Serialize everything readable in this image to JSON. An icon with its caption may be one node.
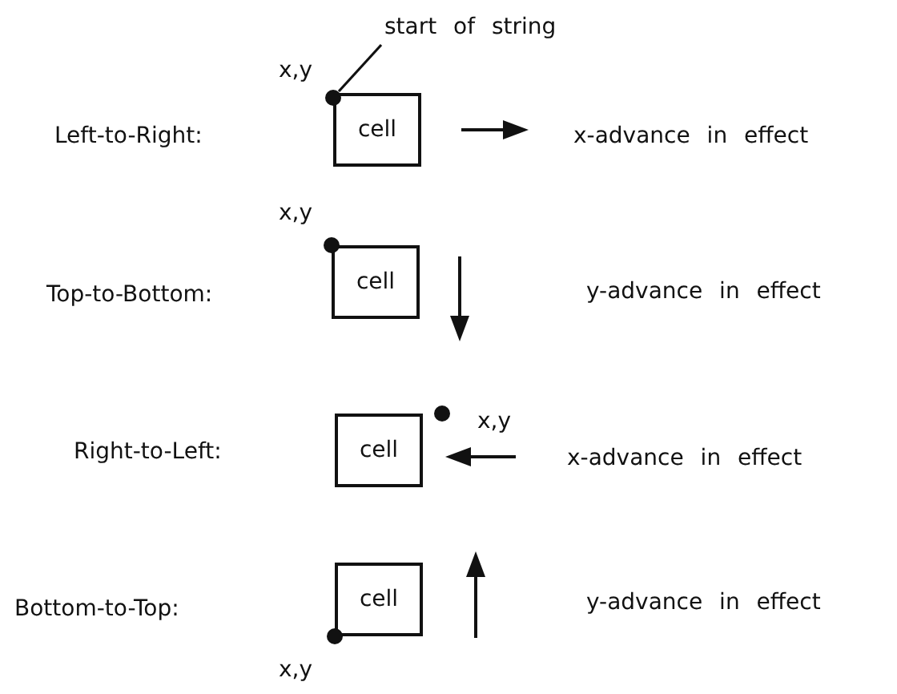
{
  "diagram": {
    "nodes": [
      {
        "text": [
          "start of string"
        ]
      },
      {
        "text": [],
        "shape": "circle"
      },
      {
        "text": [
          "cell"
        ]
      },
      {
        "text": [],
        "shape": "circle"
      },
      {
        "text": [
          "cell"
        ]
      },
      {
        "text": [],
        "shape": "circle"
      },
      {
        "text": [
          "cell"
        ]
      },
      {
        "text": [
          "cell"
        ]
      },
      {
        "text": [],
        "shape": "circle"
      }
    ],
    "edges": [
      {
        "from": 0,
        "to": 1,
        "arrow": "none"
      }
    ],
    "labels": [
      "x,y",
      "Left-to-Right:",
      "x-advance in effect",
      "x,y",
      "Top-to-Bottom:",
      "y-advance in effect",
      "x,y",
      "Right-to-Left:",
      "x-advance in effect",
      "Bottom-to-Top:",
      "y-advance in effect",
      "x,y"
    ]
  }
}
